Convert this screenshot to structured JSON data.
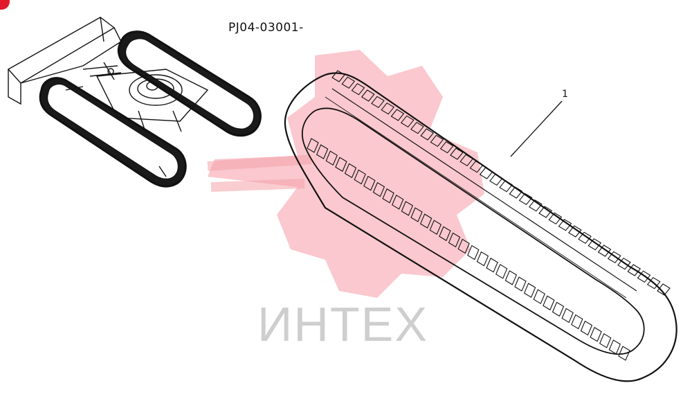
{
  "diagram": {
    "part_code": "PJ04-03001-",
    "callouts": [
      {
        "number": "1",
        "part": "rubber-track"
      }
    ],
    "watermark": {
      "text": "ИНТЕХ",
      "color": "#f06272",
      "text_color": "#c9c9c9"
    },
    "line_color": "#111111",
    "corner_mark_color": "#e11a2b"
  }
}
